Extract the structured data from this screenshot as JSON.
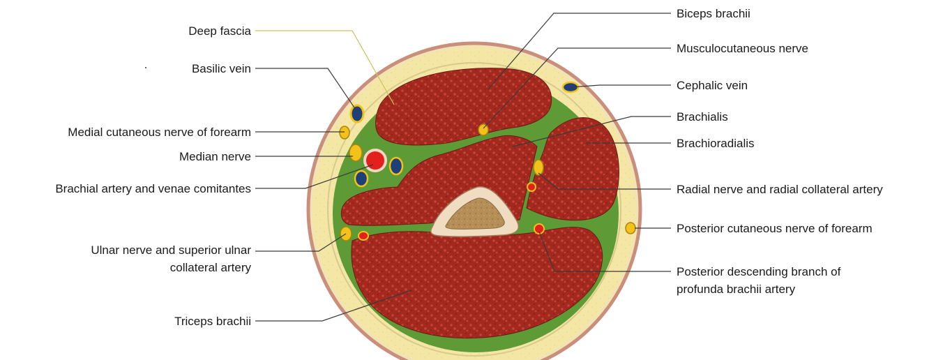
{
  "labels": {
    "deep_fascia": "Deep fascia",
    "basilic_vein": "Basilic vein",
    "medial_cutaneous_nerve": "Medial cutaneous nerve of forearm",
    "median_nerve": "Median nerve",
    "brachial_artery": "Brachial artery and venae comitantes",
    "ulnar_nerve_line1": "Ulnar nerve and superior ulnar",
    "ulnar_nerve_line2": "collateral artery",
    "triceps_brachii": "Triceps brachii",
    "biceps_brachii": "Biceps brachii",
    "musculocutaneous_nerve": "Musculocutaneous nerve",
    "cephalic_vein": "Cephalic vein",
    "brachialis": "Brachialis",
    "brachioradialis": "Brachioradialis",
    "radial_nerve": "Radial nerve and radial collateral artery",
    "posterior_cutaneous_nerve": "Posterior cutaneous nerve of forearm",
    "posterior_descending_line1": "Posterior descending branch of",
    "posterior_descending_line2": "profunda brachii artery"
  },
  "colors": {
    "skin_outline": "#c98f7a",
    "subcutaneous_fat": "#f4e7a6",
    "fascia_green": "#5e9a35",
    "muscle_red": "#a3291f",
    "muscle_speckle": "#c6473a",
    "bone_cortex": "#f0dcc0",
    "bone_marrow": "#b58f57",
    "nerve_yellow": "#f2c21a",
    "vein_blue": "#1e3f7a",
    "artery_red": "#e3201b"
  }
}
